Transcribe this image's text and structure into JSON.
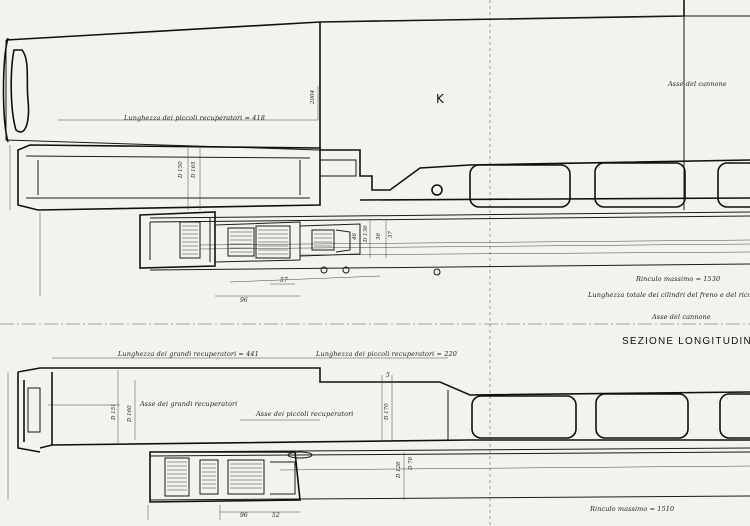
{
  "drawing": {
    "section_title": "SEZIONE LONGITUDINALE C",
    "marker_k": "K",
    "labels_top": {
      "asse_cannone": "Asse del cannone",
      "lunghezza_piccoli_top": "Lunghezza dei piccoli recuperatori = 418",
      "rinculo_top": "Rinculo massimo = 1530",
      "lunghezza_totale": "Lunghezza totale dei cilindri del freno e del ricuperatore",
      "asse_cannone_2": "Asse del cannone"
    },
    "labels_bottom": {
      "lunghezza_grandi": "Lunghezza dei grandi recuperatori = 441",
      "lunghezza_piccoli": "Lunghezza dei piccoli recuperatori = 220",
      "asse_grandi": "Asse dei grandi recuperatori",
      "asse_piccoli": "Asse dei piccoli recuperatori",
      "rinculo_bottom": "Rinculo massimo = 1510"
    },
    "dimensions": {
      "d_top_1": "D 150",
      "d_top_2": "D 165",
      "d_136": "D 136",
      "d_top_3": "36",
      "d_top_4": "46",
      "d_top_5": "37",
      "dim_96_top": "96",
      "dim_57": "57",
      "dim_2004": "2004",
      "d_bottom_1": "D 151",
      "d_bottom_2": "D 160",
      "d_bottom_3": "D 170",
      "d_bottom_4": "D 126",
      "d_bottom_5": "D 76",
      "dim_96_bottom": "96",
      "dim_52": "52",
      "dim_5": "5"
    }
  }
}
